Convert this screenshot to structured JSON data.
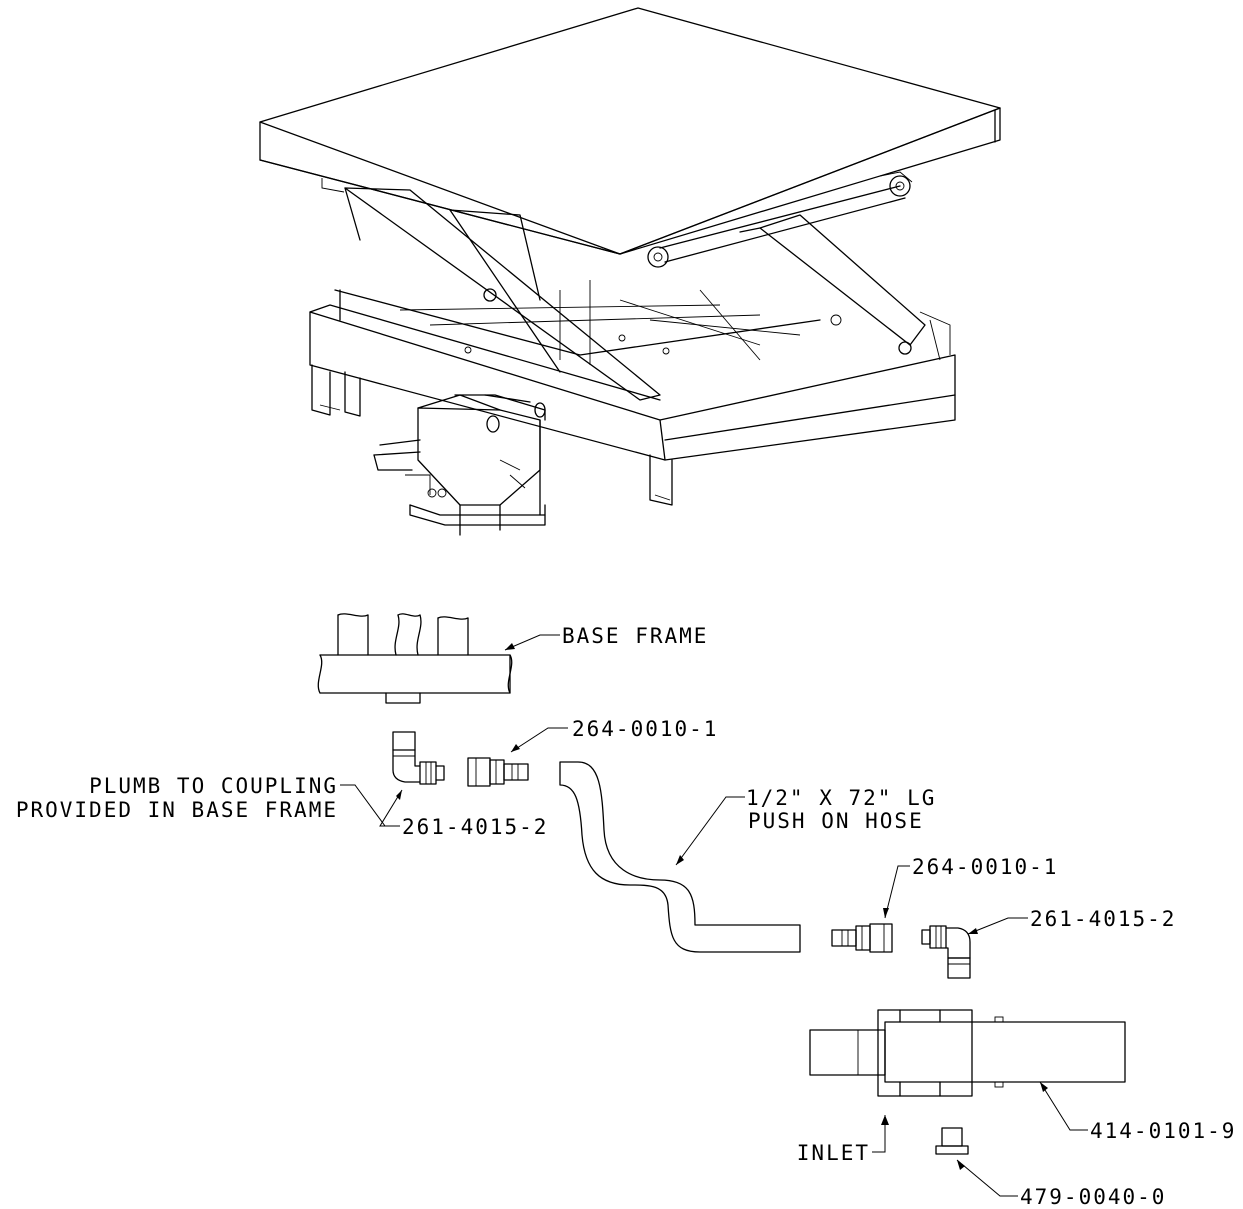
{
  "labels": {
    "base_frame": "BASE FRAME",
    "coupling_top": "264-0010-1",
    "plumb_line1": "PLUMB TO COUPLING",
    "plumb_line2": "PROVIDED IN BASE FRAME",
    "elbow_top": "261-4015-2",
    "hose_line1": "1/2\" X 72\" LG",
    "hose_line2": "PUSH ON HOSE",
    "coupling_bottom": "264-0010-1",
    "elbow_bottom": "261-4015-2",
    "pump": "414-0101-9",
    "inlet": "INLET",
    "plug": "479-0040-0"
  }
}
